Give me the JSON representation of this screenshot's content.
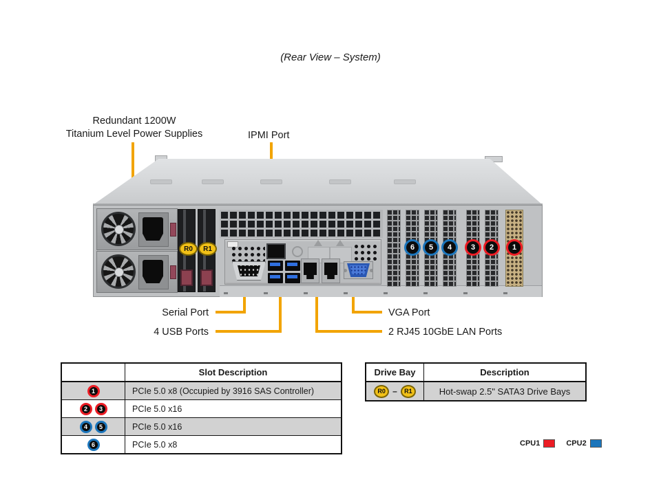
{
  "title": "(Rear View – System)",
  "callouts": {
    "psu_line1": "Redundant 1200W",
    "psu_line2": "Titanium Level Power Supplies",
    "ipmi": "IPMI Port",
    "serial": "Serial Port",
    "usb": "4 USB Ports",
    "vga": "VGA Port",
    "lan": "2 RJ45 10GbE LAN Ports"
  },
  "chassis": {
    "bays": [
      "R0",
      "R1"
    ],
    "slots": [
      {
        "n": "6",
        "color": "#1b75bb"
      },
      {
        "n": "5",
        "color": "#1b75bb"
      },
      {
        "n": "4",
        "color": "#1b75bb"
      },
      {
        "n": "3",
        "color": "#ec1c24"
      },
      {
        "n": "2",
        "color": "#ec1c24"
      },
      {
        "n": "1",
        "color": "#ec1c24"
      }
    ]
  },
  "slot_table": {
    "header": "Slot Description",
    "rows": [
      {
        "badges": [
          {
            "n": "1",
            "color": "#ec1c24"
          }
        ],
        "desc": "PCIe 5.0 x8 (Occupied by 3916 SAS Controller)"
      },
      {
        "badges": [
          {
            "n": "2",
            "color": "#ec1c24"
          },
          {
            "n": "3",
            "color": "#ec1c24"
          }
        ],
        "desc": "PCIe 5.0 x16"
      },
      {
        "badges": [
          {
            "n": "4",
            "color": "#1b75bb"
          },
          {
            "n": "5",
            "color": "#1b75bb"
          }
        ],
        "desc": "PCIe 5.0 x16"
      },
      {
        "badges": [
          {
            "n": "6",
            "color": "#1b75bb"
          }
        ],
        "desc": "PCIe 5.0 x8"
      }
    ]
  },
  "drive_table": {
    "col1_header": "Drive Bay",
    "col2_header": "Description",
    "bays": [
      "R0",
      "R1"
    ],
    "dash": "–",
    "desc": "Hot-swap 2.5\" SATA3 Drive Bays"
  },
  "legend": {
    "cpu1_label": "CPU1",
    "cpu1_color": "#ec1c24",
    "cpu2_label": "CPU2",
    "cpu2_color": "#1b75bb"
  },
  "colors": {
    "callout_line": "#F2A400",
    "bay_badge": "#F2C117"
  }
}
